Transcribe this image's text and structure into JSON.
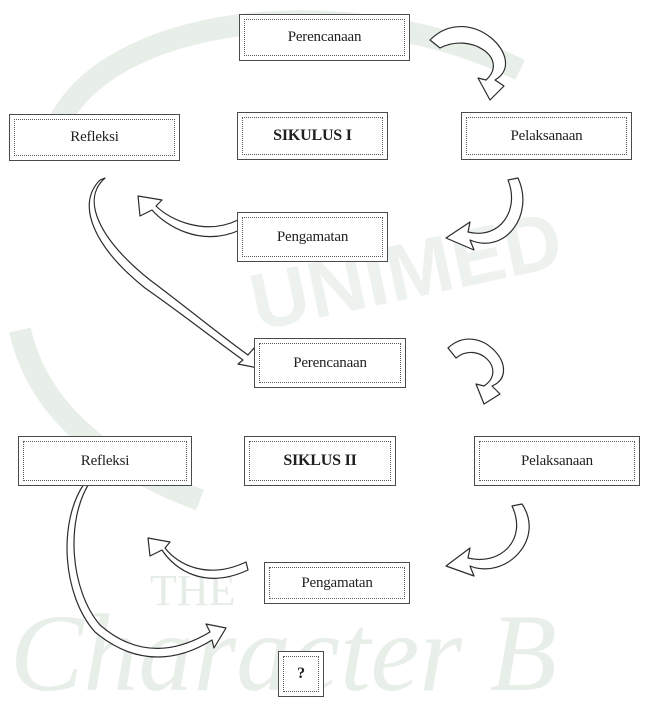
{
  "diagram": {
    "cycle1": {
      "planning": "Perencanaan",
      "center": "SIKULUS I",
      "reflection": "Refleksi",
      "action": "Pelaksanaan",
      "observation": "Pengamatan"
    },
    "cycle2": {
      "planning": "Perencanaan",
      "center": "SIKLUS II",
      "reflection": "Refleksi",
      "action": "Pelaksanaan",
      "observation": "Pengamatan"
    },
    "next": "?"
  },
  "watermark": {
    "line1": "UNIMED",
    "line2": "THE",
    "line3": "Character B"
  }
}
